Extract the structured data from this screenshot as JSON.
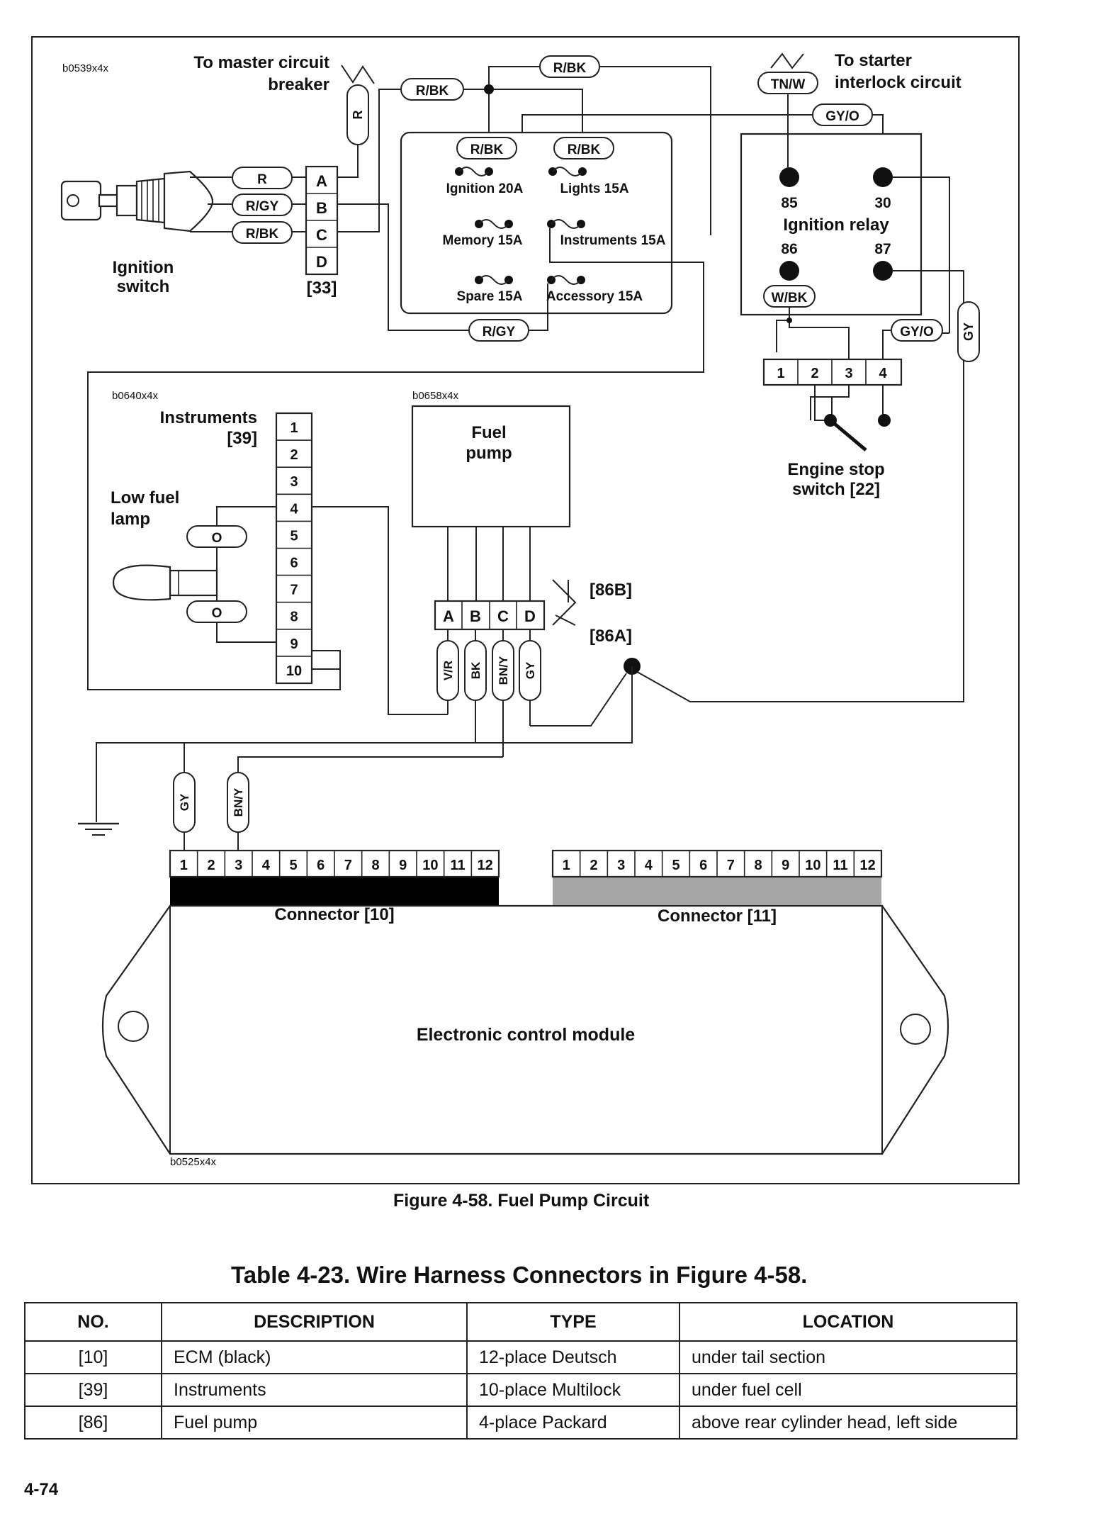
{
  "figure_ids": {
    "top": "b0539x4x",
    "instruments": "b0640x4x",
    "pump": "b0658x4x",
    "ecm": "b0525x4x"
  },
  "labels": {
    "master_breaker_1": "To master circuit",
    "master_breaker_2": "breaker",
    "starter_interlock_1": "To starter",
    "starter_interlock_2": "interlock circuit",
    "ignition_switch_1": "Ignition",
    "ignition_switch_2": "switch",
    "ignition_switch_ref": "[33]",
    "ignition_relay": "Ignition relay",
    "instruments_1": "Instruments",
    "instruments_ref": "[39]",
    "low_fuel_1": "Low fuel",
    "low_fuel_2": "lamp",
    "fuel_pump_1": "Fuel",
    "fuel_pump_2": "pump",
    "conn_86b": "[86B]",
    "conn_86a": "[86A]",
    "engine_stop_1": "Engine stop",
    "engine_stop_2": "switch [22]",
    "connector_10": "Connector [10]",
    "connector_11": "Connector [11]",
    "ecm": "Electronic control module"
  },
  "ignition_switch_pins": [
    "A",
    "B",
    "C",
    "D"
  ],
  "ignition_switch_wires": [
    "R",
    "R/GY",
    "R/BK"
  ],
  "fuses": {
    "ignition": "Ignition 20A",
    "lights": "Lights 15A",
    "memory": "Memory 15A",
    "instruments": "Instruments 15A",
    "spare": "Spare 15A",
    "accessory": "Accessory 15A"
  },
  "wire_colors": {
    "r": "R",
    "r_bk": "R/BK",
    "r_gy": "R/GY",
    "tn_w": "TN/W",
    "gy_o": "GY/O",
    "w_bk": "W/BK",
    "gy": "GY",
    "o": "O",
    "v_r": "V/R",
    "bk": "BK",
    "bn_y": "BN/Y"
  },
  "relay_terminals": [
    "85",
    "30",
    "86",
    "87"
  ],
  "engine_stop_pins": [
    "1",
    "2",
    "3",
    "4"
  ],
  "instrument_pins": [
    "1",
    "2",
    "3",
    "4",
    "5",
    "6",
    "7",
    "8",
    "9",
    "10"
  ],
  "pump_pins": [
    "A",
    "B",
    "C",
    "D"
  ],
  "ecm_pins": [
    "1",
    "2",
    "3",
    "4",
    "5",
    "6",
    "7",
    "8",
    "9",
    "10",
    "11",
    "12"
  ],
  "colors": {
    "connector_10": "#000000",
    "connector_11": "#a6a6a6"
  },
  "figure_caption": "Figure 4-58. Fuel Pump Circuit",
  "table": {
    "title": "Table 4-23. Wire Harness Connectors in Figure 4-58.",
    "headers": [
      "NO.",
      "DESCRIPTION",
      "TYPE",
      "LOCATION"
    ],
    "rows": [
      [
        "[10]",
        "ECM (black)",
        "12-place Deutsch",
        "under tail section"
      ],
      [
        "[39]",
        "Instruments",
        "10-place Multilock",
        "under fuel cell"
      ],
      [
        "[86]",
        "Fuel pump",
        "4-place Packard",
        "above rear cylinder head, left side"
      ]
    ]
  },
  "page_number": "4-74"
}
